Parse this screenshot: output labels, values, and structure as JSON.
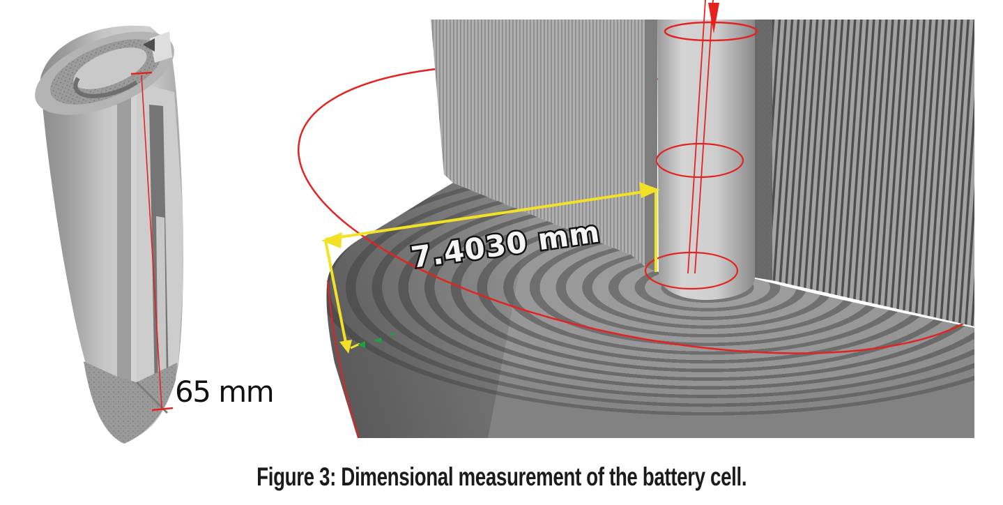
{
  "figure": {
    "caption": "Figure 3: Dimensional measurement of the battery cell.",
    "panels": {
      "left": {
        "label": "65 mm"
      },
      "right": {
        "label": "7.4030 mm"
      }
    },
    "colors": {
      "annotation_red": "#e42320",
      "annotation_yellow": "#f2e126",
      "annotation_green": "#1ca23c",
      "caption_text": "#1b1b1b",
      "measurement_text": "#101010",
      "background": "#ffffff"
    }
  }
}
